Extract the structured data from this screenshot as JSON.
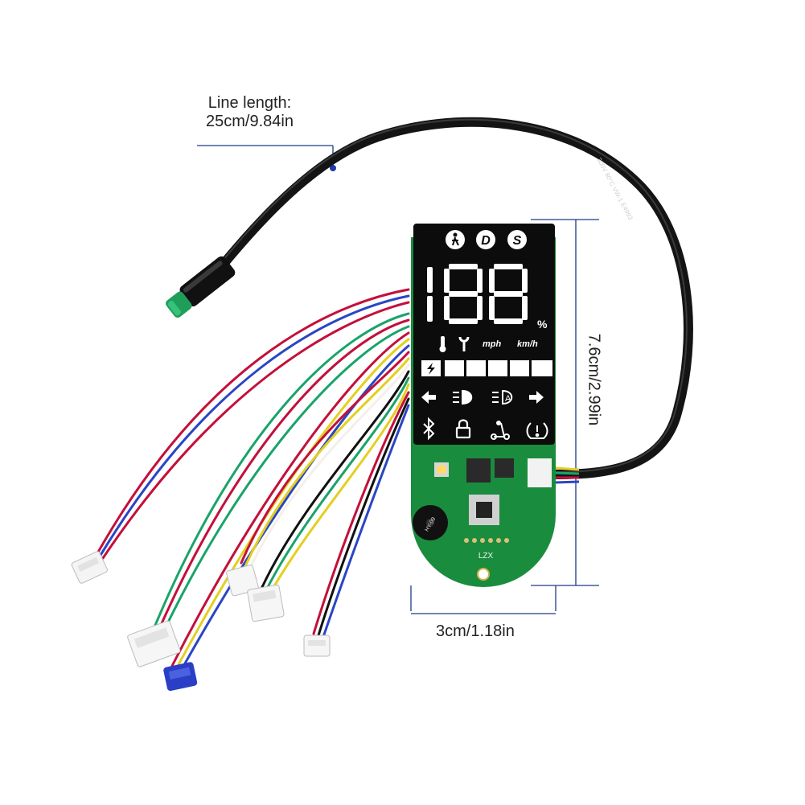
{
  "annotations": {
    "line_length_label": "Line length:",
    "line_length_value": "25cm/9.84in",
    "height": "7.6cm/2.99in",
    "width": "3cm/1.18in"
  },
  "display": {
    "mode_icons": [
      "pedestrian",
      "D",
      "S"
    ],
    "speed_digits": "188",
    "percent_sign": "%",
    "unit_mph": "mph",
    "unit_kmh": "km/h",
    "battery_segments": 5,
    "icons": [
      "thermometer-icon",
      "wrench-icon",
      "lightning-icon",
      "arrow-left-icon",
      "headlight-icon",
      "auto-headlight-icon",
      "arrow-right-icon",
      "bluetooth-icon",
      "lock-icon",
      "scooter-icon",
      "tire-pressure-icon"
    ]
  },
  "board": {
    "silkscreen": "LZX",
    "buzzer_text": "HY-09"
  },
  "cable_print": "300V 80°C VW-1 E4993",
  "colors": {
    "cable": "#141414",
    "connector_green": "#1f9e5a",
    "pcb_green": "#1a8c3e",
    "wire_red": "#c3103a",
    "wire_blue": "#2946c4",
    "wire_green": "#1aa36a",
    "wire_yellow": "#e3cf21",
    "dimension_line": "#1f3a8a"
  }
}
